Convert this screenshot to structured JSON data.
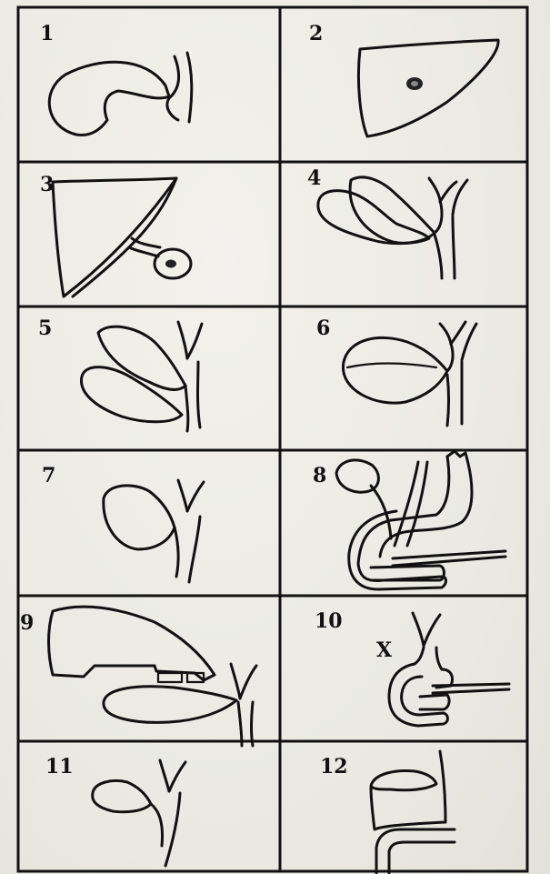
{
  "panels": [
    {
      "id": "1",
      "label": "1"
    },
    {
      "id": "2",
      "label": "2"
    },
    {
      "id": "3",
      "label": "3"
    },
    {
      "id": "4",
      "label": "4"
    },
    {
      "id": "5",
      "label": "5"
    },
    {
      "id": "6",
      "label": "6"
    },
    {
      "id": "7",
      "label": "7"
    },
    {
      "id": "8",
      "label": "8"
    },
    {
      "id": "9",
      "label": "9"
    },
    {
      "id": "10",
      "label": "10"
    },
    {
      "id": "11",
      "label": "11"
    },
    {
      "id": "12",
      "label": "12"
    }
  ],
  "marker_x": "X",
  "colors": {
    "ink": "#111111",
    "paper": "#ecebe6"
  }
}
